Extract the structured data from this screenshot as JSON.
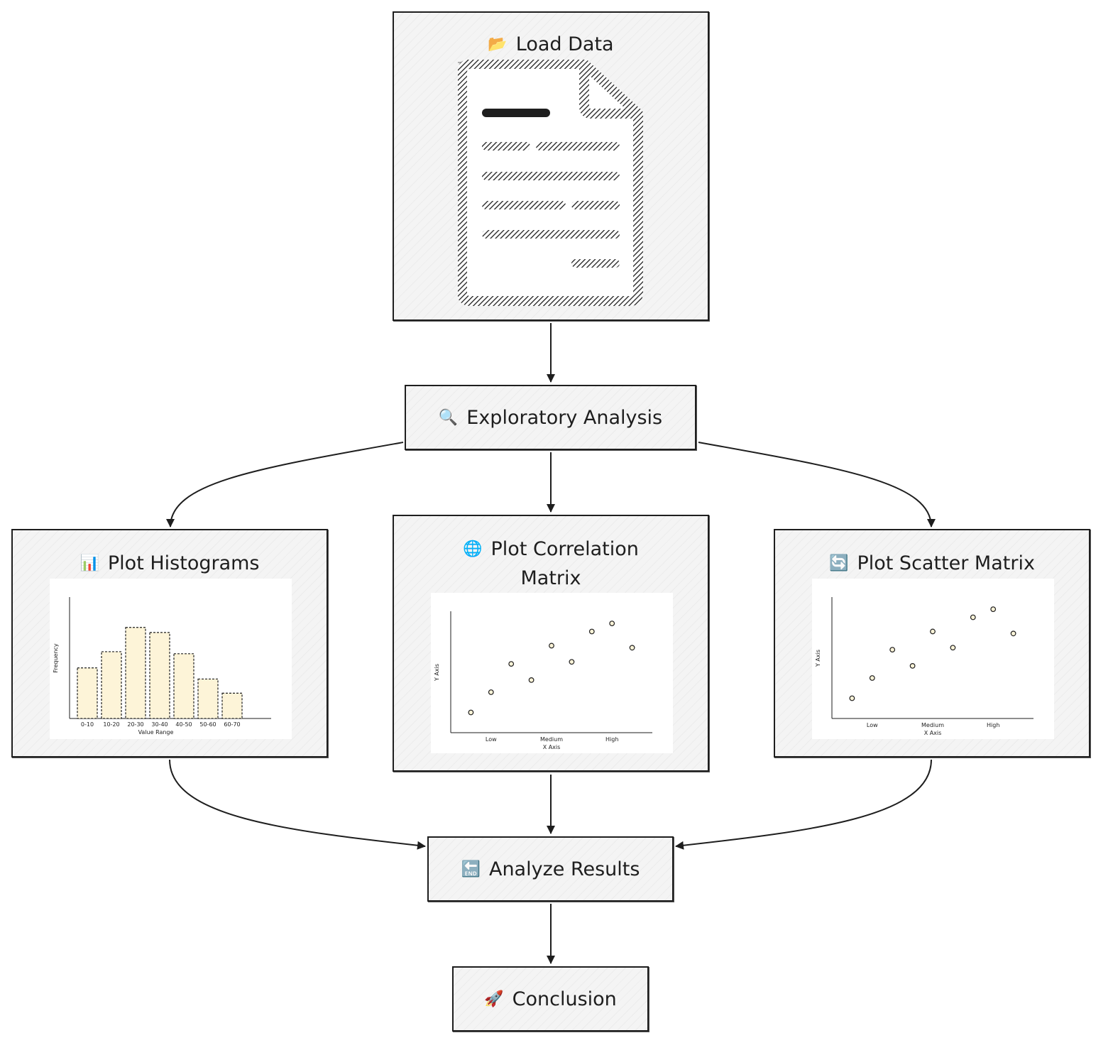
{
  "nodes": {
    "load": {
      "icon": "folder-icon",
      "glyph": "📂",
      "label": "Load Data"
    },
    "explore": {
      "icon": "magnifier-icon",
      "glyph": "🔍",
      "label": "Exploratory Analysis"
    },
    "histograms": {
      "icon": "bar-chart-icon",
      "glyph": "📊",
      "label": "Plot Histograms",
      "chart": {
        "type": "bar",
        "categories": [
          "0-10",
          "10-20",
          "20-30",
          "30-40",
          "40-50",
          "50-60",
          "60-70"
        ],
        "values": [
          5,
          6.6,
          9,
          8.5,
          6.4,
          3.9,
          2.5
        ],
        "xlabel": "Value Range",
        "ylabel": "Frequency",
        "ylim": [
          0,
          12
        ],
        "bar_color": "#fdf4d8"
      }
    },
    "correlation": {
      "icon": "globe-icon",
      "glyph": "🌐",
      "label_line1": "Plot Correlation",
      "label_line2": "Matrix",
      "chart": {
        "type": "scatter",
        "x": [
          1,
          2,
          3,
          4,
          5,
          6,
          7,
          8,
          9
        ],
        "y": [
          1,
          2,
          3.4,
          2.6,
          4.3,
          3.5,
          5,
          5.4,
          4.2
        ],
        "x_tick_labels": [
          {
            "pos": 2,
            "label": "Low"
          },
          {
            "pos": 5,
            "label": "Medium"
          },
          {
            "pos": 8,
            "label": "High"
          }
        ],
        "xlabel": "X Axis",
        "ylabel": "Y Axis",
        "xlim": [
          0,
          10
        ],
        "ylim": [
          0,
          6
        ]
      }
    },
    "scatter": {
      "icon": "refresh-icon",
      "glyph": "🔄",
      "label": "Plot Scatter Matrix",
      "chart": {
        "type": "scatter",
        "x": [
          1,
          2,
          3,
          4,
          5,
          6,
          7,
          8,
          9
        ],
        "y": [
          1,
          2,
          3.4,
          2.6,
          4.3,
          3.5,
          5,
          5.4,
          4.2
        ],
        "x_tick_labels": [
          {
            "pos": 2,
            "label": "Low"
          },
          {
            "pos": 5,
            "label": "Medium"
          },
          {
            "pos": 8,
            "label": "High"
          }
        ],
        "xlabel": "X Axis",
        "ylabel": "Y Axis",
        "xlim": [
          0,
          10
        ],
        "ylim": [
          0,
          6
        ]
      }
    },
    "analyze": {
      "icon": "end-arrow-icon",
      "glyph": "🔚",
      "label": "Analyze Results"
    },
    "conclusion": {
      "icon": "rocket-icon",
      "glyph": "🚀",
      "label": "Conclusion"
    }
  },
  "colors": {
    "stroke": "#1e1e1e",
    "node_fill": "#f4f4f4",
    "point_fill": "#fdf4d8"
  }
}
